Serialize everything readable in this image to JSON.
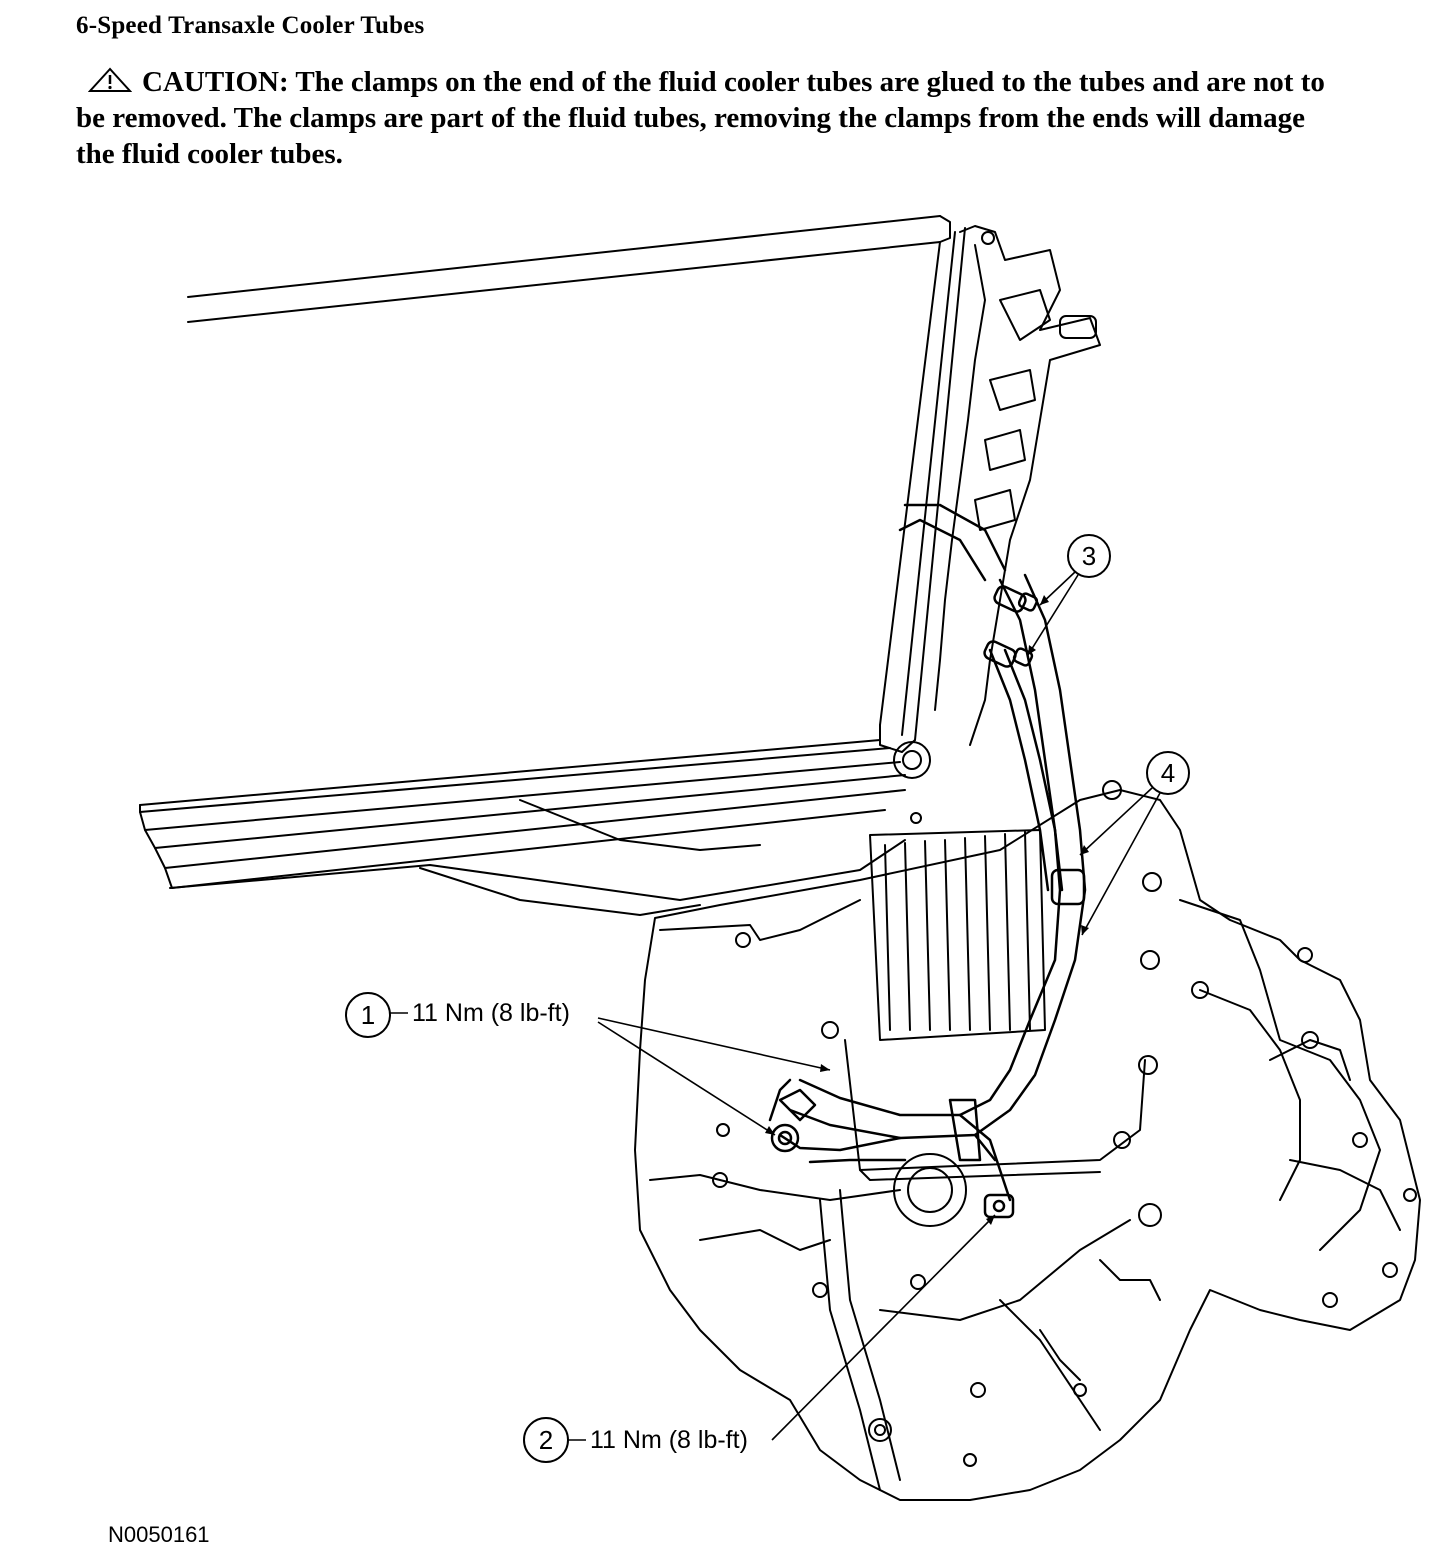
{
  "title": "6-Speed Transaxle Cooler Tubes",
  "caution": {
    "icon": "warning-triangle-icon",
    "line1": "CAUTION: The clamps on the end of the fluid cooler tubes are glued to the tubes and are not to",
    "line2": "be removed. The clamps are part of the fluid tubes, removing the clamps from the ends will damage",
    "line3": "the fluid cooler tubes."
  },
  "callouts": [
    {
      "number": "1",
      "text": "11 Nm (8 lb-ft)"
    },
    {
      "number": "2",
      "text": "11 Nm (8 lb-ft)"
    },
    {
      "number": "3",
      "text": ""
    },
    {
      "number": "4",
      "text": ""
    }
  ],
  "figure_id": "N0050161"
}
